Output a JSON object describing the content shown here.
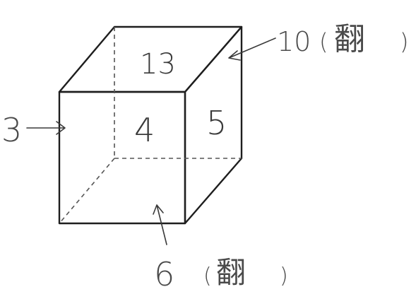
{
  "faces": {
    "front": "4",
    "top": "13",
    "right": "5"
  },
  "annotations": {
    "left_face": "3",
    "back_face": {
      "number": "10",
      "note": "翻"
    },
    "bottom_face": {
      "number": "6",
      "note": "翻"
    }
  },
  "colors": {
    "front_face": "#e8e8e8",
    "top_face": "#b6b6b6",
    "right_face": "#9e9e9e",
    "edge": "#1e1e1e",
    "ink": "#3a3a3a"
  }
}
